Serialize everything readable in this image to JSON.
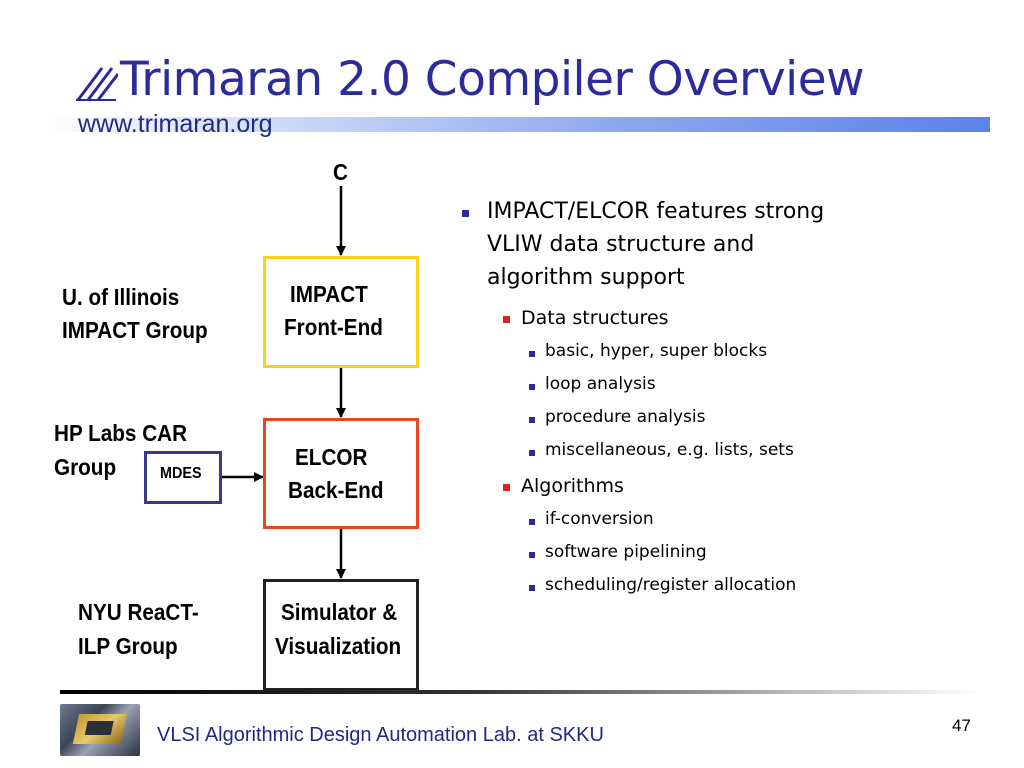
{
  "slide": {
    "title": "Trimaran 2.0 Compiler Overview",
    "website": "www.trimaran.org",
    "page_number": "47",
    "footer": "VLSI Algorithmic Design Automation Lab. at SKKU",
    "colors": {
      "title": "#2b2b9b",
      "impact_box": "#f2d31b",
      "elcor_box": "#e8461e",
      "mdes_box": "#3a3a8c",
      "bullet_level1": "#2b2b9b",
      "bullet_level2": "#e0211a"
    }
  },
  "diagram": {
    "input_label": "C",
    "impact_box": {
      "line1": "IMPACT",
      "line2": "Front-End"
    },
    "elcor_box": {
      "line1": "ELCOR",
      "line2": "Back-End"
    },
    "mdes_box": "MDES",
    "simulator_box": {
      "line1": "Simulator &",
      "line2": "Visualization"
    },
    "labels": {
      "illinois": {
        "line1": "U. of Illinois",
        "line2": "IMPACT Group"
      },
      "hp": {
        "line1": "HP Labs CAR",
        "line2": "Group"
      },
      "nyu": {
        "line1": "NYU ReaCT-",
        "line2": "ILP Group"
      }
    }
  },
  "bullets": {
    "main": {
      "line1": "IMPACT/ELCOR features strong",
      "line2": "VLIW data structure and",
      "line3": "algorithm support"
    },
    "data_structures": {
      "label": "Data structures",
      "items": [
        "basic, hyper, super blocks",
        "loop analysis",
        "procedure analysis",
        "miscellaneous, e.g. lists, sets"
      ]
    },
    "algorithms": {
      "label": "Algorithms",
      "items": [
        "if-conversion",
        "software pipelining",
        "scheduling/register allocation"
      ]
    }
  }
}
